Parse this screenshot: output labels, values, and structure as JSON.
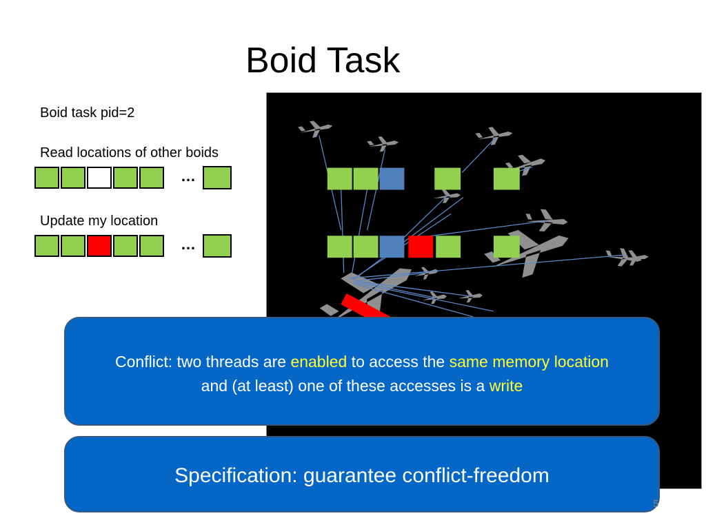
{
  "slide": {
    "title": "Boid Task",
    "pid_label": "Boid task pid=2",
    "read_label": "Read locations of other boids",
    "update_label": "Update my location",
    "ellipsis": "…",
    "page_number": "5"
  },
  "colors": {
    "green": "#92d050",
    "white": "#ffffff",
    "red": "#ff0000",
    "blue": "#4f81bd",
    "callout_bg": "#0466c6",
    "highlight": "#ffff33"
  },
  "read_row": [
    "green",
    "green",
    "white",
    "green",
    "green"
  ],
  "update_row": [
    "green",
    "green",
    "red",
    "green",
    "green"
  ],
  "callout": {
    "part1": "Conflict: two threads are ",
    "enabled": "enabled",
    "part2": " to access the ",
    "same_memory": "same memory location",
    "part3": "and (at least) one of these accesses is a ",
    "write": "write"
  },
  "spec": {
    "text": "Specification:  guarantee conflict-freedom"
  }
}
